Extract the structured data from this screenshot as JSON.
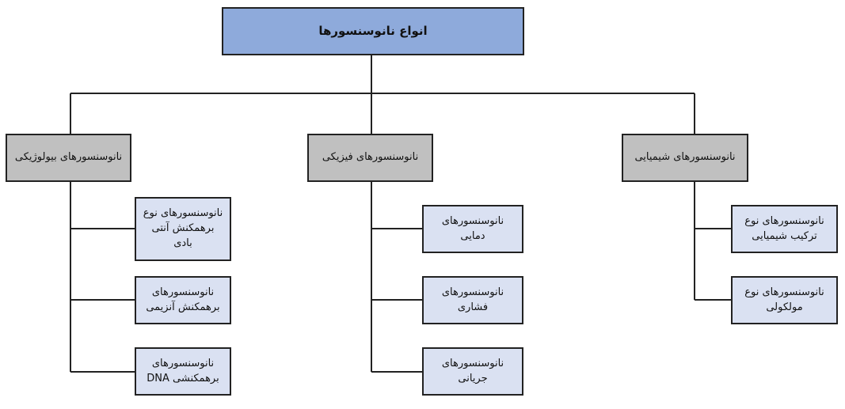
{
  "title": "انواع نانوسنسورها",
  "categories": [
    {
      "label": "نانوسنسورهای بیولوژیکی",
      "children": [
        "نانوسنسورهای نوع برهمکنش آنتی بادی",
        "نانوسنسورهای برهمکنش آنزیمی",
        "نانوسنسورهای برهمکنشی DNA"
      ]
    },
    {
      "label": "نانوسنسورهای فیزیکی",
      "children": [
        "نانوسنسورهای دمایی",
        "نانوسنسورهای فشاری",
        "نانوسنسورهای جریانی"
      ]
    },
    {
      "label": "نانوسنسورهای شیمیایی",
      "children": [
        "نانوسنسورهای نوع ترکیب شیمیایی",
        "نانوسنسورهای نوع مولکولی"
      ]
    }
  ],
  "colors": {
    "root": "#8eaadb",
    "category": "#c0c0c0",
    "leaf": "#dae1f2",
    "line": "#222222"
  }
}
